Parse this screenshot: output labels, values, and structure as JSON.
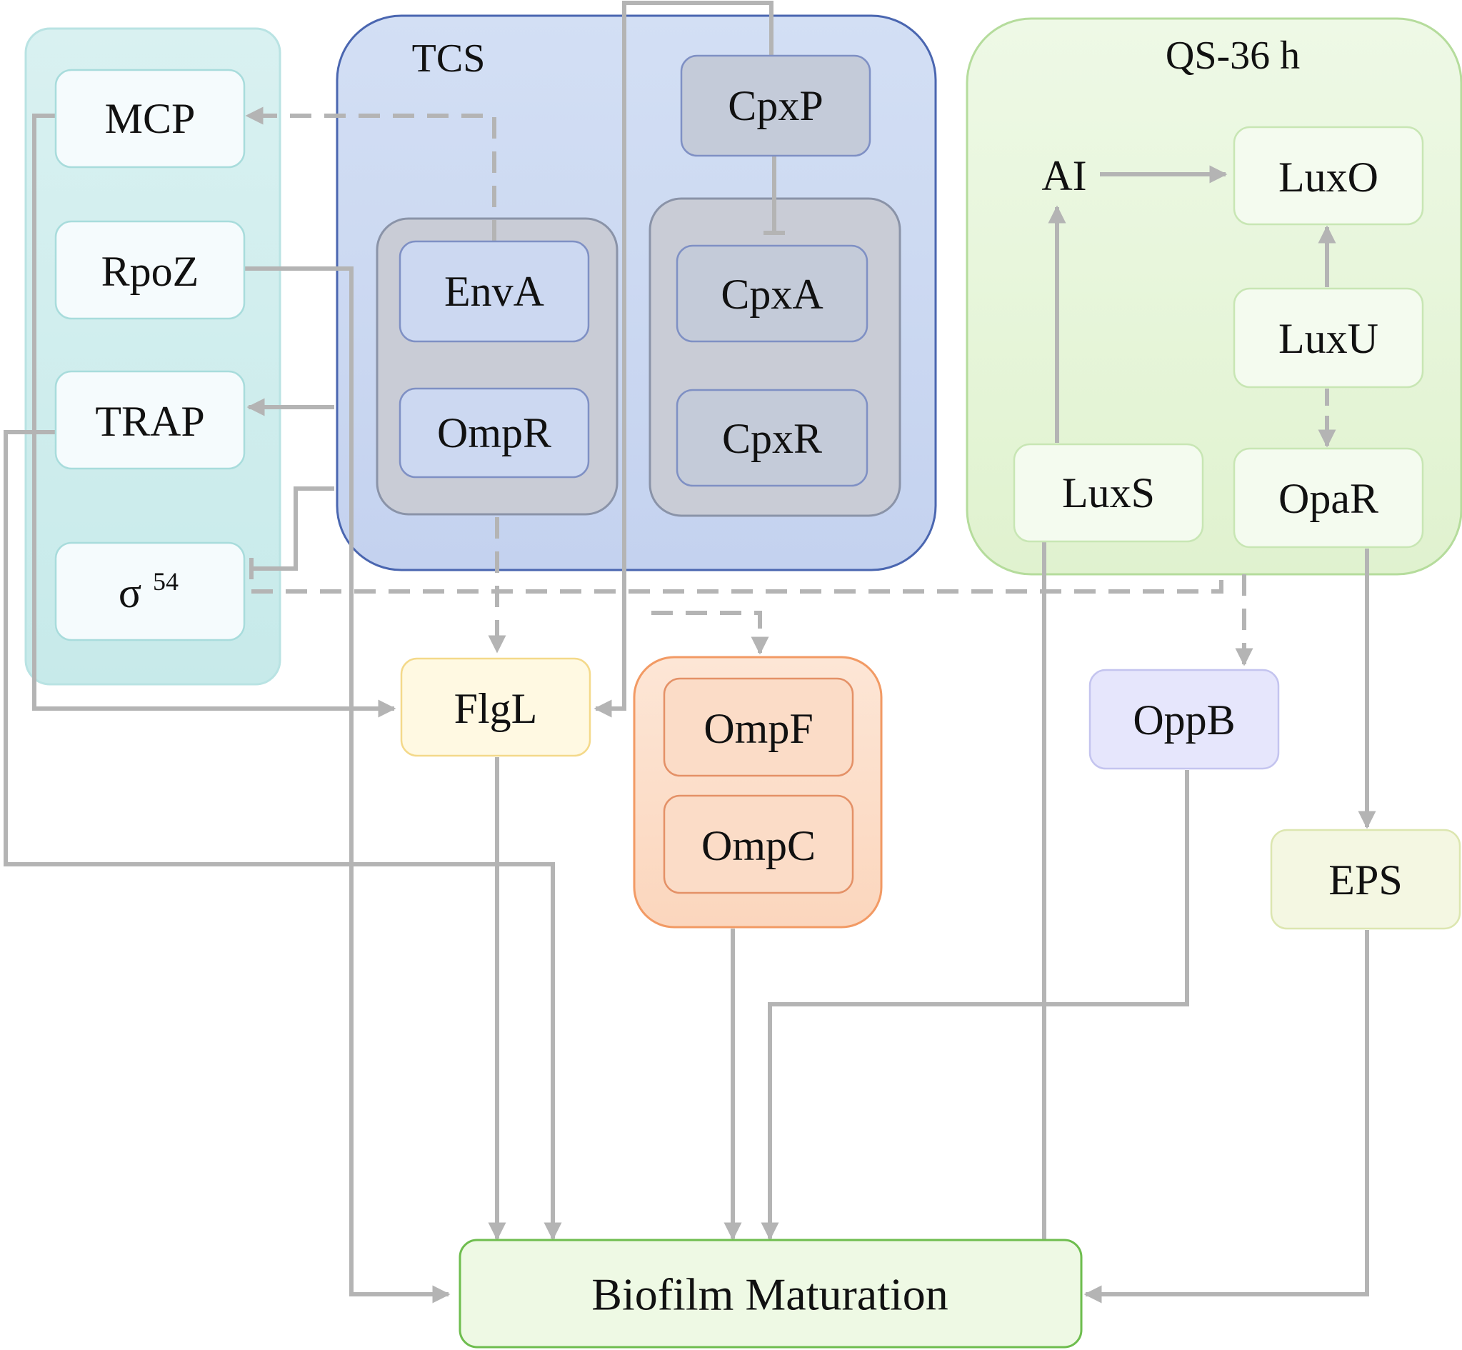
{
  "groups": {
    "tcs": "TCS",
    "qs": "QS-36 h"
  },
  "nodes": {
    "mcp": "MCP",
    "rpoz": "RpoZ",
    "trap": "TRAP",
    "sigma_base": "σ",
    "sigma_sup": "54",
    "envA": "EnvA",
    "ompR": "OmpR",
    "cpxP": "CpxP",
    "cpxA": "CpxA",
    "cpxR": "CpxR",
    "ai": "AI",
    "luxO": "LuxO",
    "luxU": "LuxU",
    "luxS": "LuxS",
    "opaR": "OpaR",
    "flgL": "FlgL",
    "ompF": "OmpF",
    "ompC": "OmpC",
    "oppB": "OppB",
    "eps": "EPS",
    "biofilm": "Biofilm Maturation"
  },
  "colors": {
    "connector": "#b4b4b4",
    "motility_group": "#cdeeee",
    "tcs_group": "#c9d6f0",
    "qs_group": "#e6f5d8",
    "flgl": "#fff8de",
    "omp": "#fde0cc",
    "oppb": "#e4e4fb",
    "eps": "#f3f6df",
    "biofilm": "#eef9e4"
  }
}
